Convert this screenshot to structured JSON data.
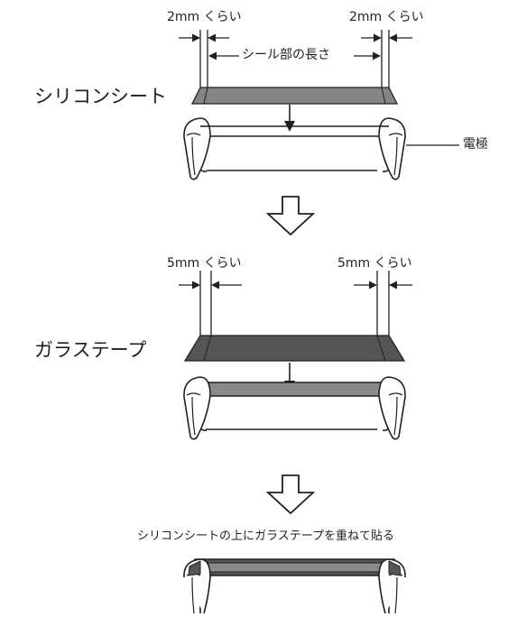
{
  "labels": {
    "silicone_sheet": "シリコンシート",
    "glass_tape": "ガラステープ",
    "electrode": "電極",
    "approx_2mm_left": "2mm くらい",
    "approx_2mm_right": "2mm くらい",
    "seal_length": "シール部の長さ",
    "approx_5mm_left": "5mm くらい",
    "approx_5mm_right": "5mm くらい",
    "final_instruction": "シリコンシートの上にガラステープを重ねて貼る"
  },
  "colors": {
    "line": "#231f20",
    "sheet_gray": "#858585",
    "tape_gray": "#555555",
    "electrode_top_gray": "#8a8a8a",
    "background": "#ffffff"
  }
}
